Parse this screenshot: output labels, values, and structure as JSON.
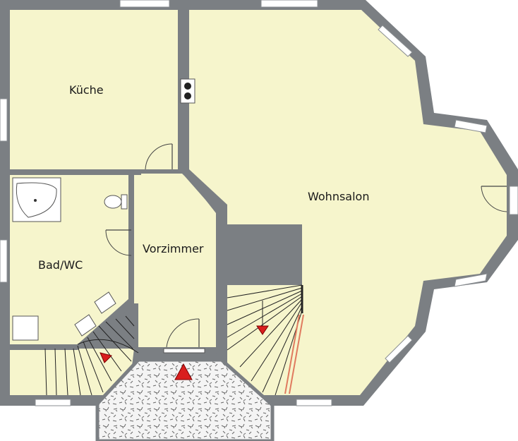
{
  "floor_plan": {
    "rooms": {
      "kitchen": "Küche",
      "living": "Wohnsalon",
      "hall": "Vorzimmer",
      "bath": "Bad/WC"
    },
    "colors": {
      "wall": "#7b7f83",
      "floor": "#f6f5cc",
      "terrace": "#f2f2f2",
      "arrow": "#d91e1e",
      "railing": "#e07a5f"
    }
  }
}
